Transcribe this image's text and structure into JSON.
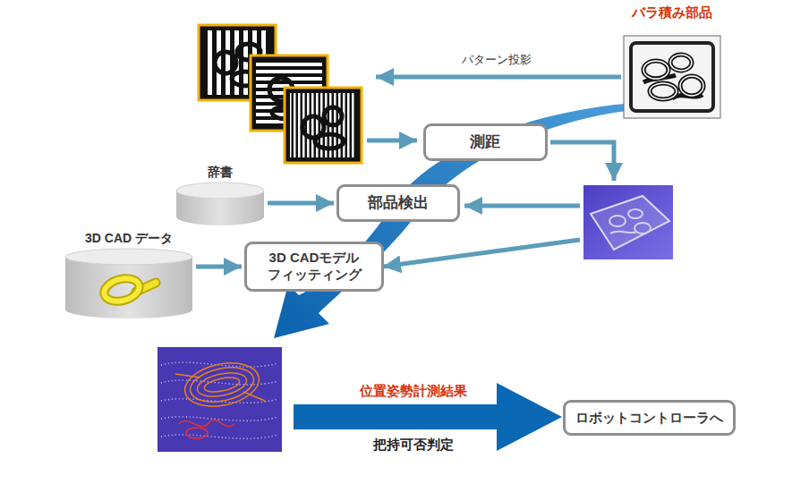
{
  "diagram": {
    "nodes": [
      {
        "text": [
          "バラ積み部品"
        ]
      },
      {
        "text": [
          "測距"
        ]
      },
      {
        "text": [
          "辞書"
        ]
      },
      {
        "text": [
          "部品検出"
        ]
      },
      {
        "text": [
          "3D CAD データ"
        ]
      },
      {
        "text": [
          "3D CADモデル フィッティング"
        ]
      },
      {
        "text": [
          "ロボットコントローラへ"
        ]
      }
    ],
    "edges": [
      {
        "from": 2,
        "to": 3,
        "arrow": "to"
      },
      {
        "from": 4,
        "to": 5,
        "arrow": "to"
      }
    ],
    "labels": [
      "パターン投影",
      "位置姿勢計測結果",
      "把持可否判定"
    ]
  }
}
